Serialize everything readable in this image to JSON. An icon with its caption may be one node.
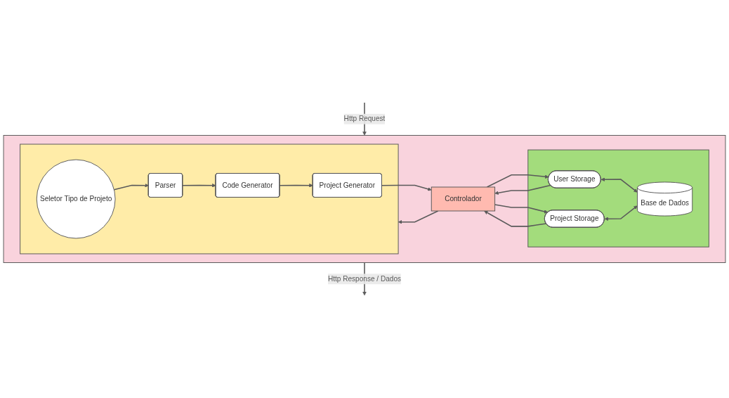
{
  "diagram": {
    "nodes": [
      {
        "text": [],
        "shape": "box"
      },
      {
        "text": [
          "Controlador"
        ],
        "in": 0
      },
      {
        "text": [],
        "shape": "box",
        "in": 0
      },
      {
        "text": [
          "User Storage"
        ],
        "in": 2
      },
      {
        "text": [
          "Project Storage"
        ],
        "in": 2
      },
      {
        "text": [
          "Base de Dados"
        ],
        "in": 2
      },
      {
        "text": [],
        "shape": "box",
        "in": 0
      },
      {
        "text": [
          "Seletor Tipo de Projeto"
        ],
        "in": 6
      },
      {
        "text": [
          "Parser"
        ],
        "in": 6
      },
      {
        "text": [
          "Code Generator"
        ],
        "in": 6
      },
      {
        "text": [
          "Project Generator"
        ],
        "in": 6
      }
    ],
    "edges": [
      {
        "from": null,
        "to": 0,
        "arrow": "to",
        "label": "Http Request"
      },
      {
        "from": 0,
        "to": null,
        "arrow": "to",
        "label": "Http Response / Dados"
      },
      {
        "from": 1,
        "to": 3,
        "arrow": "to"
      },
      {
        "from": 1,
        "to": 4,
        "arrow": "to"
      },
      {
        "from": 3,
        "to": 1,
        "arrow": "to"
      },
      {
        "from": 4,
        "to": 1,
        "arrow": "to"
      },
      {
        "from": 3,
        "to": 5,
        "arrow": "both"
      },
      {
        "from": 4,
        "to": 5,
        "arrow": "both"
      },
      {
        "from": 1,
        "to": 6,
        "arrow": "to"
      },
      {
        "from": 7,
        "to": 8,
        "arrow": "to"
      },
      {
        "from": 8,
        "to": 9,
        "arrow": "to"
      },
      {
        "from": 9,
        "to": 10,
        "arrow": "to"
      },
      {
        "from": 10,
        "to": 1,
        "arrow": "to"
      }
    ]
  }
}
